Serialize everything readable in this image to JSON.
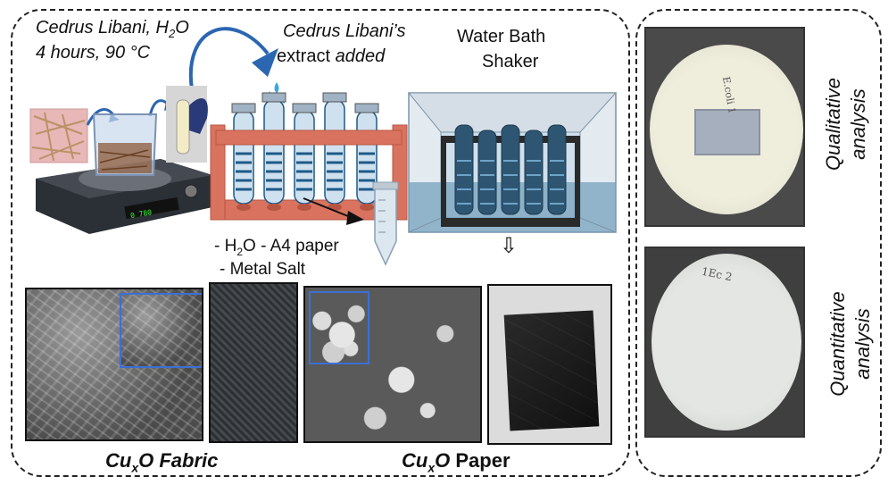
{
  "top_left_label": {
    "line1_text": "Cedrus Libani, H",
    "line1_sub": "2",
    "line1_end": "O",
    "line2": "4 hours, 90 °C"
  },
  "extract_label": {
    "line1": "Cedrus Libani’s",
    "line2_a": "extract ",
    "line2_b": "added"
  },
  "water_bath_label": {
    "line1": "Water Bath",
    "line2": "Shaker"
  },
  "ingredients": {
    "line1_a": "- H",
    "line1_sub": "2",
    "line1_b": "O - A4 paper",
    "line2": "- Metal Salt"
  },
  "bottom_labels": {
    "fabric_a": "Cu",
    "fabric_sub": "x",
    "fabric_b": "O Fabric",
    "paper_a": "Cu",
    "paper_sub": "x",
    "paper_b": "O",
    "paper_c": " Paper"
  },
  "right_labels": {
    "qualitative_1": "Qualitative",
    "qualitative_2": "analysis",
    "quantitative_1": "Quantitative",
    "quantitative_2": "analysis"
  },
  "dish_notes": {
    "top": "E.coli 1",
    "bottom": "1Ec 2"
  },
  "down_arrow_glyph": "⇩",
  "colors": {
    "rack": "#d9735f",
    "rack_dark": "#b85542",
    "tube_blue": "#1f5a88",
    "bath_blue": "#5f8fae",
    "hotplate": "#2b2f36",
    "arrow_blue": "#2b66b1",
    "drop_blue": "#3ba7e0",
    "inset_border": "#3b6fd6"
  }
}
